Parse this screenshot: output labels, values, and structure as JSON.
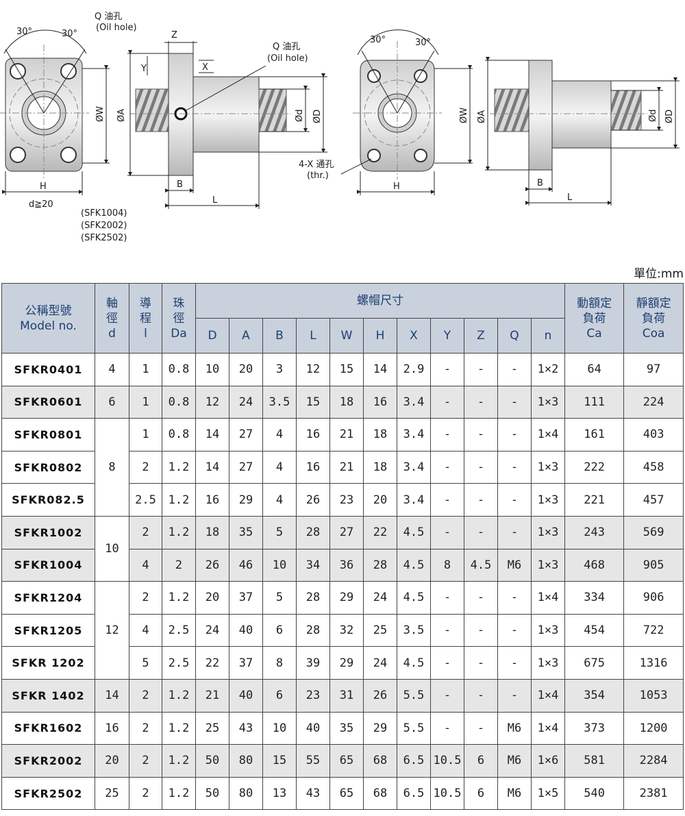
{
  "drawing": {
    "oil_hole_label": "Q 油孔",
    "oil_hole_en": "(Oil hole)",
    "angle": "30°",
    "through_hole_label": "4-X 通孔",
    "through_hole_en": "(thr.)",
    "dim_W": "ØW",
    "dim_A": "ØA",
    "dim_d": "Ød",
    "dim_D": "ØD",
    "dim_H": "H",
    "dim_B": "B",
    "dim_L": "L",
    "dim_Z": "Z",
    "dim_X": "X",
    "dim_Y": "Y",
    "d_note": "d≧20",
    "models_note": [
      "(SFK1004)",
      "(SFK2002)",
      "(SFK2502)"
    ]
  },
  "unit": "單位:mm",
  "table": {
    "h_model_zh": "公稱型號",
    "h_model_en": "Model no.",
    "h_shaft_zh": "軸徑",
    "h_shaft_en": "d",
    "h_lead_zh": "導程",
    "h_lead_en": "l",
    "h_ball_zh": "珠徑",
    "h_ball_en": "Da",
    "h_nut": "螺帽尺寸",
    "h_dyn_zh": "動額定負荷",
    "h_dyn_en": "Ca",
    "h_sta_zh": "靜額定負荷",
    "h_sta_en": "Coa",
    "sub": [
      "D",
      "A",
      "B",
      "L",
      "W",
      "H",
      "X",
      "Y",
      "Z",
      "Q",
      "n"
    ],
    "rows": [
      [
        "SFKR0401",
        "4",
        "1",
        "0.8",
        "10",
        "20",
        "3",
        "12",
        "15",
        "14",
        "2.9",
        "-",
        "-",
        "-",
        "1×2",
        "64",
        "97"
      ],
      [
        "SFKR0601",
        "6",
        "1",
        "0.8",
        "12",
        "24",
        "3.5",
        "15",
        "18",
        "16",
        "3.4",
        "-",
        "-",
        "-",
        "1×3",
        "111",
        "224"
      ],
      [
        "SFKR0801",
        "8",
        "1",
        "0.8",
        "14",
        "27",
        "4",
        "16",
        "21",
        "18",
        "3.4",
        "-",
        "-",
        "-",
        "1×4",
        "161",
        "403"
      ],
      [
        "SFKR0802",
        "",
        "2",
        "1.2",
        "14",
        "27",
        "4",
        "16",
        "21",
        "18",
        "3.4",
        "-",
        "-",
        "-",
        "1×3",
        "222",
        "458"
      ],
      [
        "SFKR082.5",
        "",
        "2.5",
        "1.2",
        "16",
        "29",
        "4",
        "26",
        "23",
        "20",
        "3.4",
        "-",
        "-",
        "-",
        "1×3",
        "221",
        "457"
      ],
      [
        "SFKR1002",
        "10",
        "2",
        "1.2",
        "18",
        "35",
        "5",
        "28",
        "27",
        "22",
        "4.5",
        "-",
        "-",
        "-",
        "1×3",
        "243",
        "569"
      ],
      [
        "SFKR1004",
        "",
        "4",
        "2",
        "26",
        "46",
        "10",
        "34",
        "36",
        "28",
        "4.5",
        "8",
        "4.5",
        "M6",
        "1×3",
        "468",
        "905"
      ],
      [
        "SFKR1204",
        "12",
        "2",
        "1.2",
        "20",
        "37",
        "5",
        "28",
        "29",
        "24",
        "4.5",
        "-",
        "-",
        "-",
        "1×4",
        "334",
        "906"
      ],
      [
        "SFKR1205",
        "",
        "4",
        "2.5",
        "24",
        "40",
        "6",
        "28",
        "32",
        "25",
        "3.5",
        "-",
        "-",
        "-",
        "1×3",
        "454",
        "722"
      ],
      [
        "SFKR 1202",
        "",
        "5",
        "2.5",
        "22",
        "37",
        "8",
        "39",
        "29",
        "24",
        "4.5",
        "-",
        "-",
        "-",
        "1×3",
        "675",
        "1316"
      ],
      [
        "SFKR 1402",
        "14",
        "2",
        "1.2",
        "21",
        "40",
        "6",
        "23",
        "31",
        "26",
        "5.5",
        "-",
        "-",
        "-",
        "1×4",
        "354",
        "1053"
      ],
      [
        "SFKR1602",
        "16",
        "2",
        "1.2",
        "25",
        "43",
        "10",
        "40",
        "35",
        "29",
        "5.5",
        "-",
        "-",
        "M6",
        "1×4",
        "373",
        "1200"
      ],
      [
        "SFKR2002",
        "20",
        "2",
        "1.2",
        "50",
        "80",
        "15",
        "55",
        "65",
        "68",
        "6.5",
        "10.5",
        "6",
        "M6",
        "1×6",
        "581",
        "2284"
      ],
      [
        "SFKR2502",
        "25",
        "2",
        "1.2",
        "50",
        "80",
        "13",
        "43",
        "65",
        "68",
        "6.5",
        "10.5",
        "6",
        "M6",
        "1×5",
        "540",
        "2381"
      ]
    ],
    "shaft_spans": [
      1,
      1,
      3,
      0,
      0,
      2,
      0,
      3,
      0,
      0,
      1,
      1,
      1,
      1
    ],
    "shaded": [
      false,
      true,
      false,
      false,
      false,
      true,
      true,
      false,
      false,
      false,
      true,
      false,
      true,
      false
    ]
  }
}
